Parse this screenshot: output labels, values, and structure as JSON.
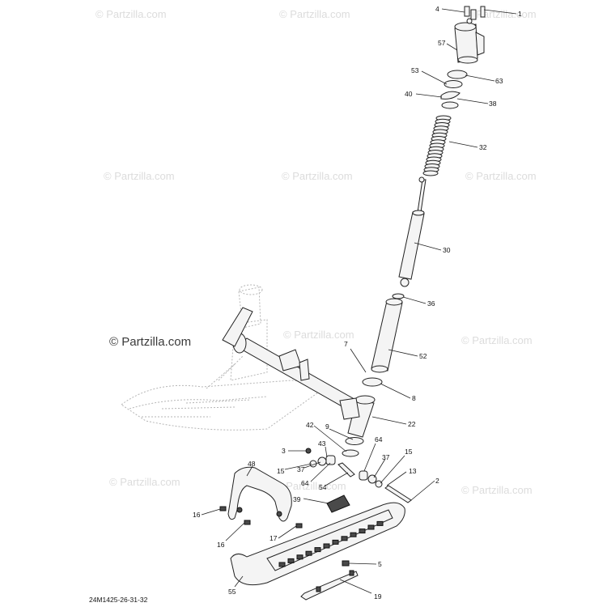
{
  "watermark": "© Partzilla.com",
  "diagram_code": "24M1425-26-31-32",
  "callouts": [
    {
      "id": "c4",
      "text": "4"
    },
    {
      "id": "c1",
      "text": "1"
    },
    {
      "id": "c57",
      "text": "57"
    },
    {
      "id": "c53",
      "text": "53"
    },
    {
      "id": "c63",
      "text": "63"
    },
    {
      "id": "c40",
      "text": "40"
    },
    {
      "id": "c38",
      "text": "38"
    },
    {
      "id": "c32",
      "text": "32"
    },
    {
      "id": "c30",
      "text": "30"
    },
    {
      "id": "c36",
      "text": "36"
    },
    {
      "id": "c7",
      "text": "7"
    },
    {
      "id": "c52",
      "text": "52"
    },
    {
      "id": "c8",
      "text": "8"
    },
    {
      "id": "c22",
      "text": "22"
    },
    {
      "id": "c42",
      "text": "42"
    },
    {
      "id": "c9",
      "text": "9"
    },
    {
      "id": "c43",
      "text": "43"
    },
    {
      "id": "c3",
      "text": "3"
    },
    {
      "id": "c64a",
      "text": "64"
    },
    {
      "id": "c15a",
      "text": "15"
    },
    {
      "id": "c37a",
      "text": "37"
    },
    {
      "id": "c37b",
      "text": "37"
    },
    {
      "id": "c15b",
      "text": "15"
    },
    {
      "id": "c48",
      "text": "48"
    },
    {
      "id": "c64b",
      "text": "64"
    },
    {
      "id": "c13",
      "text": "13"
    },
    {
      "id": "c54",
      "text": "54"
    },
    {
      "id": "c2",
      "text": "2"
    },
    {
      "id": "c39",
      "text": "39"
    },
    {
      "id": "c16a",
      "text": "16"
    },
    {
      "id": "c17",
      "text": "17"
    },
    {
      "id": "c16b",
      "text": "16"
    },
    {
      "id": "c5",
      "text": "5"
    },
    {
      "id": "c55",
      "text": "55"
    },
    {
      "id": "c19",
      "text": "19"
    }
  ]
}
